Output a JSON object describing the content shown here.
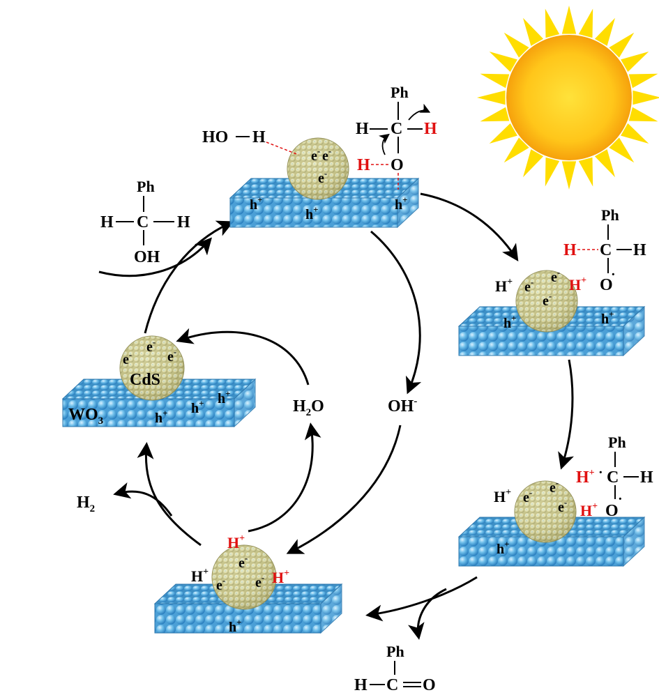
{
  "labels": {
    "cds": "CdS",
    "wo3": "WO",
    "wo3_sub": "3",
    "electron": "e",
    "electron_charge": "-",
    "hole": "h",
    "hole_charge": "+",
    "proton": "H",
    "proton_charge": "+",
    "water": "H",
    "water_sub": "2",
    "water_o": "O",
    "hydroxide": "OH",
    "hydroxide_charge": "-",
    "hydrogen": "H",
    "hydrogen_sub": "2",
    "hoh_ho": "HO",
    "hoh_h": "H"
  },
  "molecules": {
    "benzyl_alcohol": {
      "top": "Ph",
      "left": "H",
      "center": "C",
      "right": "H",
      "bottom": "OH"
    },
    "adsorbed_alcohol": {
      "top": "Ph",
      "left": "H",
      "center": "C",
      "right": "H",
      "bottom": "O",
      "o_h": "H"
    },
    "radical_1": {
      "top": "Ph",
      "left": "H",
      "center": "C",
      "right": "H",
      "bottom": "O",
      "dot": "·"
    },
    "radical_2": {
      "top": "Ph",
      "center": "C",
      "right": "H",
      "bottom": "O",
      "dot": "·"
    },
    "benzaldehyde": {
      "top": "Ph",
      "left": "H",
      "center": "C",
      "right": "O"
    }
  },
  "colors": {
    "sun_core": "#ffd21a",
    "sun_rays": "#ffdd00",
    "substrate": "#5aafe0",
    "particle": "#e8e4a0",
    "proton_highlight": "#e01010"
  }
}
